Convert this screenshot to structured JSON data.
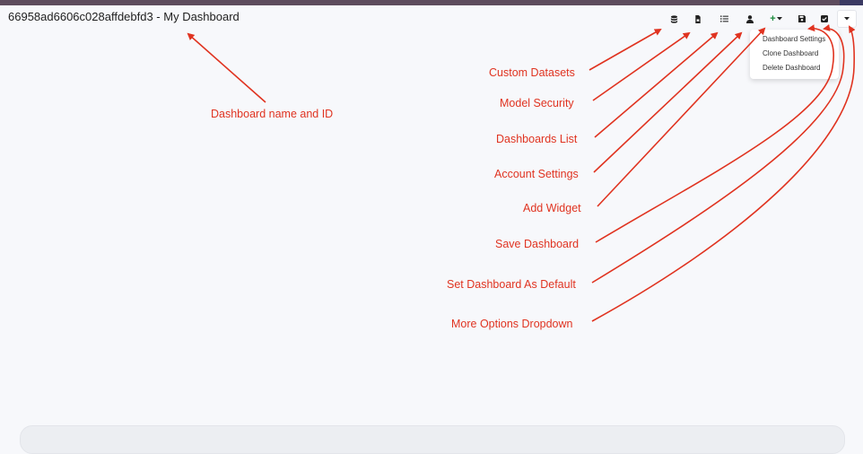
{
  "dashboard": {
    "title": "66958ad6606c028affdebfd3 - My Dashboard"
  },
  "toolbar": {
    "buttons": [
      {
        "name": "custom-datasets",
        "icon": "database-icon"
      },
      {
        "name": "model-security",
        "icon": "file-lock-icon"
      },
      {
        "name": "dashboards-list",
        "icon": "list-icon"
      },
      {
        "name": "account-settings",
        "icon": "user-icon"
      },
      {
        "name": "add-widget",
        "icon": "plus-caret-icon",
        "label": "+"
      },
      {
        "name": "save-dashboard",
        "icon": "floppy-icon"
      },
      {
        "name": "set-default",
        "icon": "check-square-icon"
      },
      {
        "name": "more-options",
        "icon": "caret-down-icon"
      }
    ]
  },
  "dropdown": {
    "items": [
      "Dashboard Settings",
      "Clone Dashboard",
      "Delete Dashboard"
    ]
  },
  "annotations": {
    "dashboard_name": "Dashboard name and ID",
    "custom_datasets": "Custom Datasets",
    "model_security": "Model Security",
    "dashboards_list": "Dashboards List",
    "account_settings": "Account Settings",
    "add_widget": "Add Widget",
    "save_dashboard": "Save Dashboard",
    "set_default": "Set Dashboard As Default",
    "more_options": "More Options Dropdown"
  },
  "colors": {
    "annotation": "#e03320",
    "background": "#f7f8fb",
    "add_widget": "#1a8a3c"
  }
}
